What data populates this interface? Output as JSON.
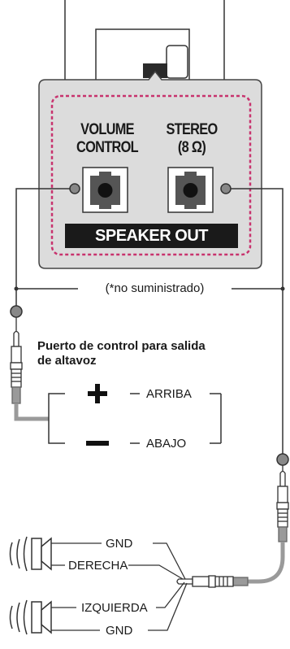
{
  "panel": {
    "volume_label_line1": "VOLUME",
    "volume_label_line2": "CONTROL",
    "stereo_label_line1": "STEREO",
    "stereo_label_line2": "(8 Ω)",
    "speaker_out": "SPEAKER OUT"
  },
  "cable_note": "(*no suministrado)",
  "control_port": {
    "title_line1": "Puerto de control para salida",
    "title_line2": "de altavoz",
    "plus": "+",
    "minus": "−",
    "up": "ARRIBA",
    "down": "ABAJO"
  },
  "speakers": {
    "gnd_top": "GND",
    "right": "DERECHA",
    "left": "IZQUIERDA",
    "gnd_bottom": "GND"
  },
  "colors": {
    "panel_fill": "#dcdcdc",
    "dashed_border": "#c8336e",
    "bar": "#1a1a1a",
    "line": "#333333"
  }
}
